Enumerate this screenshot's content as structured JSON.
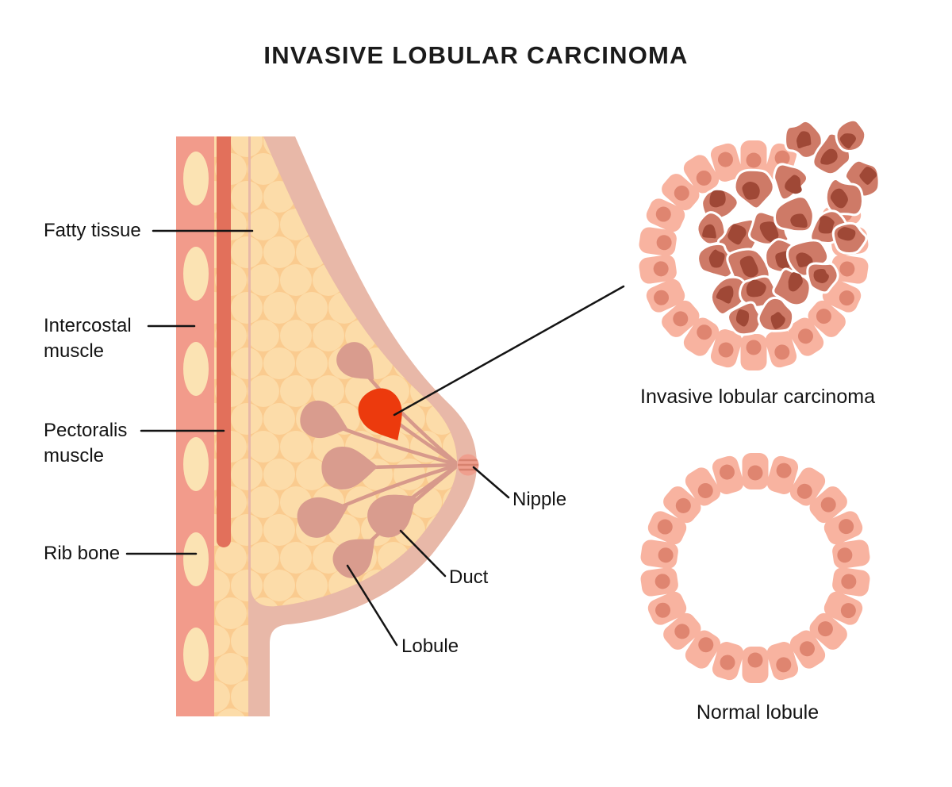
{
  "title": "INVASIVE LOBULAR CARCINOMA",
  "labels": {
    "fatty_tissue": "Fatty tissue",
    "intercostal_muscle": "Intercostal muscle",
    "pectoralis_muscle": "Pectoralis muscle",
    "rib_bone": "Rib bone",
    "nipple": "Nipple",
    "duct": "Duct",
    "lobule": "Lobule"
  },
  "insets": {
    "carcinoma_caption": "Invasive lobular carcinoma",
    "normal_caption": "Normal lobule"
  },
  "colors": {
    "background": "#ffffff",
    "title_text": "#1b1b1b",
    "label_text": "#141414",
    "leader": "#141414",
    "intercostal": "#F29B8B",
    "rib": "#FBE3B3",
    "pectoralis": "#E2705B",
    "skin": "#E8B8A8",
    "fat_base": "#FACB8F",
    "fat_circle": "#FCDCA9",
    "lobule": "#D99C8E",
    "duct": "#D7998B",
    "tumor": "#EC3A0D",
    "nipple": "#EF9F8E",
    "nipple_line": "#D8826F",
    "ring_cell": "#F8B3A0",
    "ring_nucleus": "#DF8570",
    "cancer_cell": "#CE7A67",
    "cancer_nucleus": "#9F4836"
  }
}
